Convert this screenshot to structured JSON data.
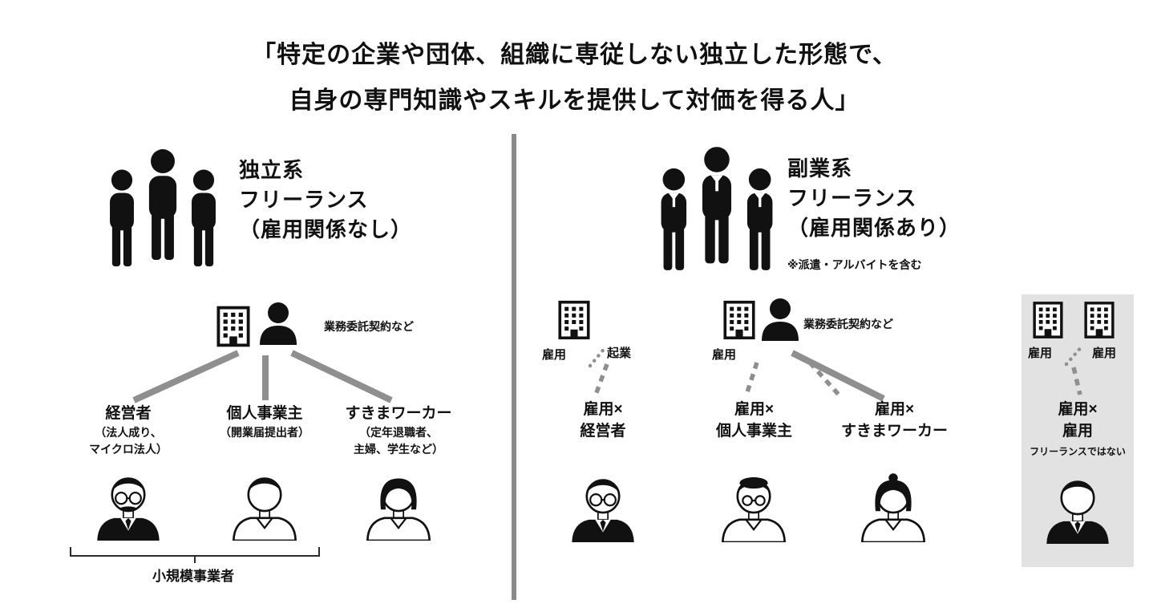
{
  "colors": {
    "connector_gray": "#8f8f8f",
    "divider_gray": "#8a8a8a",
    "highlight_box": "#e2e2e2",
    "ink": "#111111"
  },
  "title": {
    "line1": "「特定の企業や団体、組織に専従しない独立した形態で、",
    "line2": "自身の専門知識やスキルを提供して対価を得る人」"
  },
  "left_section": {
    "heading_line1": "独立系",
    "heading_line2": "フリーランス",
    "heading_line3": "（雇用関係なし）",
    "contract_label": "業務委託契約など",
    "categories": [
      {
        "line1": "経営者",
        "line2": "（法人成り、",
        "line3": "マイクロ法人）"
      },
      {
        "line1": "個人事業主",
        "line2": "（開業届提出者）"
      },
      {
        "line1": "すきまワーカー",
        "line2": "（定年退職者、",
        "line3": "主婦、学生など）"
      }
    ],
    "bracket_label": "小規模事業者"
  },
  "right_section": {
    "heading_line1": "副業系",
    "heading_line2": "フリーランス",
    "heading_line3": "（雇用関係あり）",
    "heading_note": "※派遣・アルバイトを含む",
    "col1_employ": "雇用",
    "col1_startup": "起業",
    "col2_employ": "雇用",
    "contract_label": "業務委託契約など",
    "col4_employ_left": "雇用",
    "col4_employ_right": "雇用",
    "categories": [
      {
        "line1": "雇用×",
        "line2": "経営者"
      },
      {
        "line1": "雇用×",
        "line2": "個人事業主"
      },
      {
        "line1": "雇用×",
        "line2": "すきまワーカー"
      },
      {
        "line1": "雇用×",
        "line2": "雇用",
        "note": "フリーランスではない"
      }
    ]
  },
  "icons": {
    "group_left": "three-people-silhouette",
    "group_right": "three-businessmen-silhouette",
    "building": "office-building",
    "person_bust": "person-silhouette",
    "faces": [
      "mustache-glasses-man",
      "casual-man",
      "woman-long-hair",
      "glasses-suit-man",
      "round-glasses-beret-man",
      "updo-woman",
      "suit-person"
    ]
  }
}
